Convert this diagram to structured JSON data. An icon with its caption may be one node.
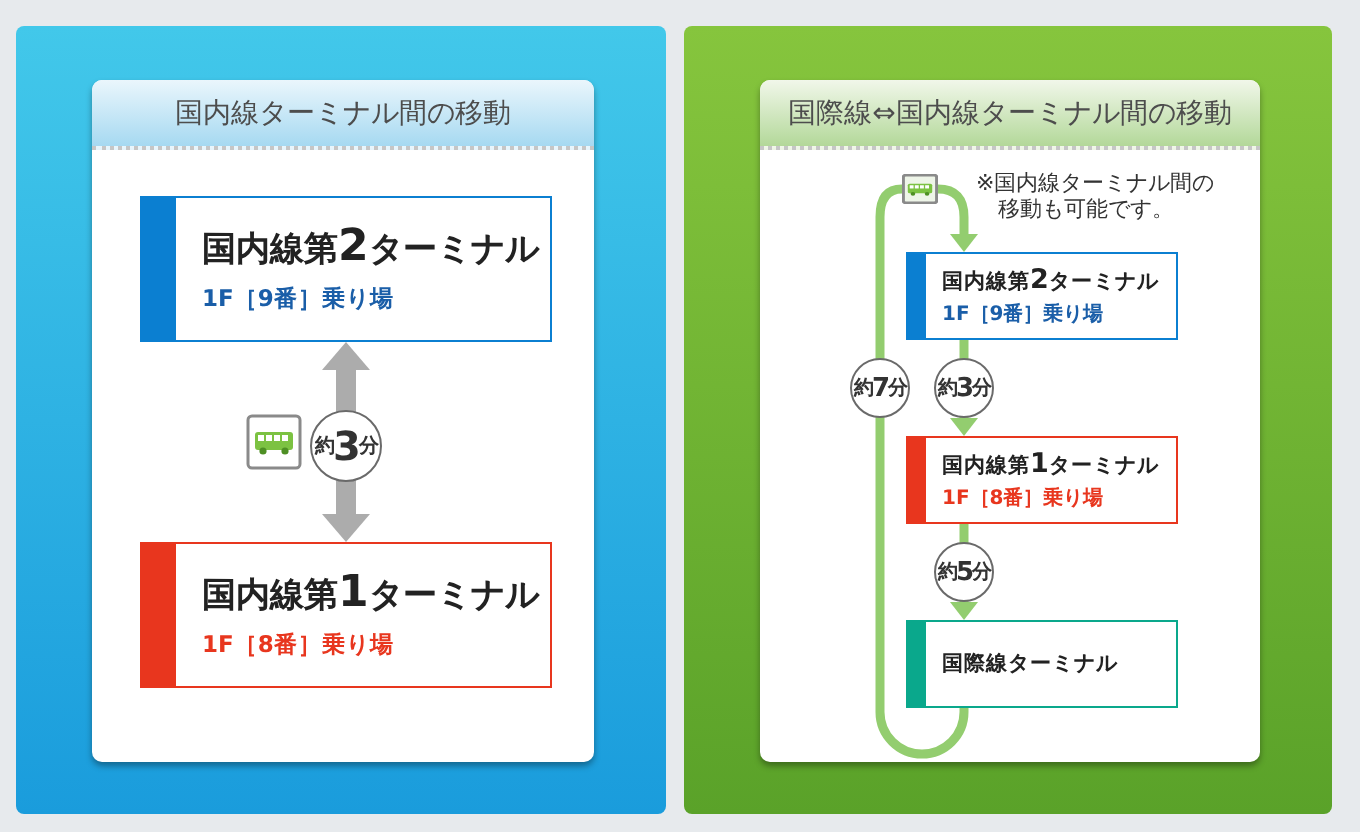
{
  "diagram": {
    "nodes": [
      {
        "text": [
          "国内線ターミナル間の移動"
        ]
      },
      {
        "text": [
          "国内線第**2**ターミナル",
          "1F［9番］乗り場"
        ],
        "in": 0
      },
      {
        "text": [
          "国内線第**1**ターミナル",
          "1F［8番］乗り場"
        ],
        "in": 0
      },
      {
        "text": [
          "国際線⇔国内線ターミナル間の移動"
        ]
      },
      {
        "text": [],
        "shape": "picture",
        "in": 3
      },
      {
        "text": [
          "国内線第**2**ターミナル",
          "1F［9番］乗り場"
        ],
        "in": 3
      },
      {
        "text": [
          "国内線第**1**ターミナル",
          "1F［8番］乗り場"
        ],
        "in": 3
      },
      {
        "text": [
          "国際線ターミナル"
        ],
        "in": 3
      }
    ],
    "edges": [
      {
        "from": 1,
        "to": 2,
        "arrow": "both",
        "label": "約**3**分",
        "style": "thick",
        "color": "#acacac"
      },
      {
        "from": 4,
        "to": 5,
        "arrow": "to"
      },
      {
        "from": 5,
        "to": 6,
        "arrow": "to",
        "label": "約**3**分"
      },
      {
        "from": 6,
        "to": 7,
        "arrow": "to",
        "label": "約**5**分"
      },
      {
        "from": 7,
        "to": 4,
        "arrow": "none",
        "label": "約**7**分"
      }
    ],
    "labels": [
      "※国内線ターミナル間の移動も可能です。"
    ]
  }
}
